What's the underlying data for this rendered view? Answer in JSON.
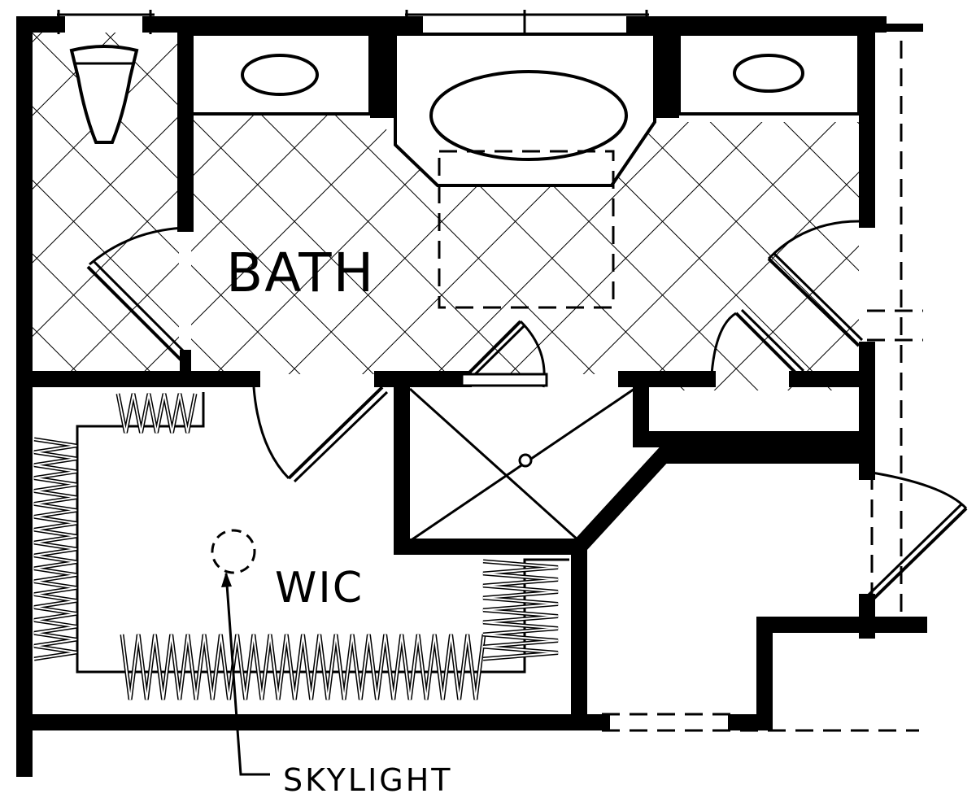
{
  "rooms": {
    "bath": "BATH",
    "wic": "WIC"
  },
  "callouts": {
    "skylight": "SKYLIGHT"
  },
  "colors": {
    "ink": "#000000",
    "paper": "#ffffff"
  }
}
